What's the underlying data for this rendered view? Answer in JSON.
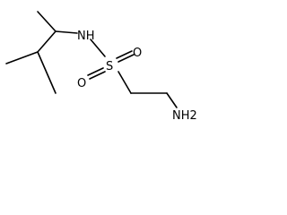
{
  "atoms": {
    "nh": "NH",
    "s": "S",
    "o_upper": "O",
    "o_lower": "O",
    "nh2": "NH2"
  }
}
